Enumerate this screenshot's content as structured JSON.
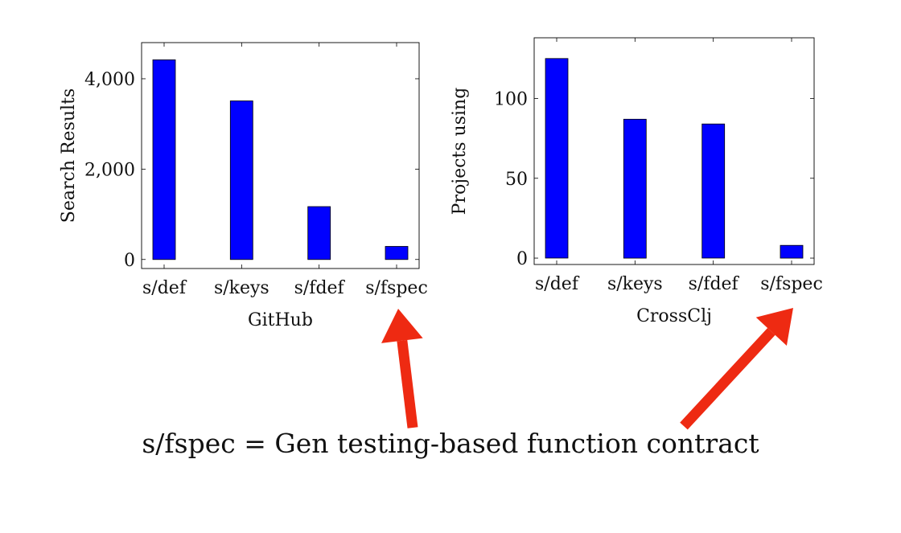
{
  "chart_data": [
    {
      "type": "bar",
      "xlabel": "GitHub",
      "ylabel": "Search Results",
      "categories": [
        "s/def",
        "s/keys",
        "s/fdef",
        "s/fspec"
      ],
      "values": [
        4420,
        3510,
        1170,
        290
      ],
      "ylim": [
        -200,
        4800
      ],
      "yticks": [
        0,
        2000,
        4000
      ],
      "ytick_labels": [
        "0",
        "2,000",
        "4,000"
      ],
      "bar_color": "#0000ff",
      "grid": false
    },
    {
      "type": "bar",
      "xlabel": "CrossClj",
      "ylabel": "Projects using",
      "categories": [
        "s/def",
        "s/keys",
        "s/fdef",
        "s/fspec"
      ],
      "values": [
        125,
        87,
        84,
        8
      ],
      "ylim": [
        -4,
        138
      ],
      "yticks": [
        0,
        50,
        100
      ],
      "ytick_labels": [
        "0",
        "50",
        "100"
      ],
      "bar_color": "#0000ff",
      "grid": false
    }
  ],
  "annotation": {
    "text": "s/fspec = Gen testing-based function contract",
    "arrow_color": "#ee2a12"
  }
}
